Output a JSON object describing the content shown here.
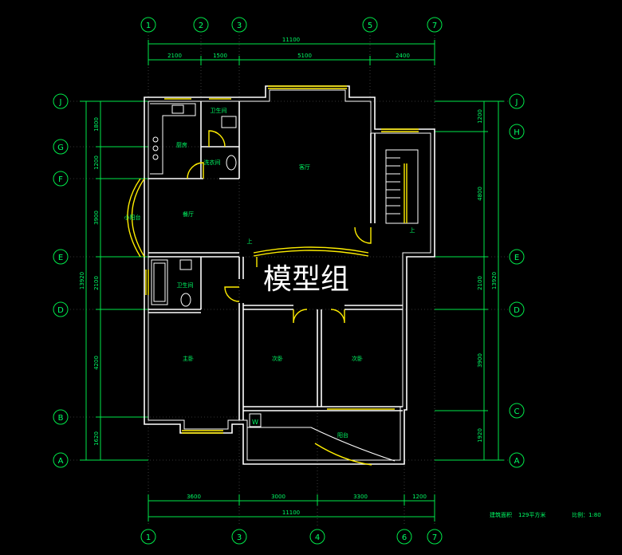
{
  "overall_dimension": "11100",
  "height_dimension": "13920",
  "top_segments": [
    "2100",
    "1500",
    "5100",
    "2400"
  ],
  "bottom_segments": [
    "3600",
    "3000",
    "3300",
    "1200"
  ],
  "left_segments": [
    "1800",
    "1200",
    "3900",
    "2100",
    "4200",
    "1620"
  ],
  "right_segments": [
    "1200",
    "4800",
    "2100",
    "3900",
    "1920"
  ],
  "top_axes": [
    "1",
    "2",
    "3",
    "5",
    "7"
  ],
  "bottom_axes": [
    "1",
    "3",
    "4",
    "6",
    "7"
  ],
  "left_axes": [
    "J",
    "G",
    "F",
    "E",
    "D",
    "B",
    "A"
  ],
  "right_axes": [
    "J",
    "H",
    "E",
    "D",
    "C",
    "A"
  ],
  "rooms": {
    "kitchen": "厨房",
    "toilet_top": "卫生间",
    "laundry": "洗衣间",
    "living": "客厅",
    "dining": "餐厅",
    "balcony_left": "小阳台",
    "toilet_mid": "卫生间",
    "master": "主卧",
    "bedroom2": "次卧",
    "bedroom3": "次卧",
    "balcony_bottom": "阳台",
    "stair_up": "上",
    "step_up": "上",
    "wardrobe": "W"
  },
  "title": "建筑面积",
  "area_note": "129平方米",
  "scale": "比例：1:80",
  "watermark": "模型组"
}
